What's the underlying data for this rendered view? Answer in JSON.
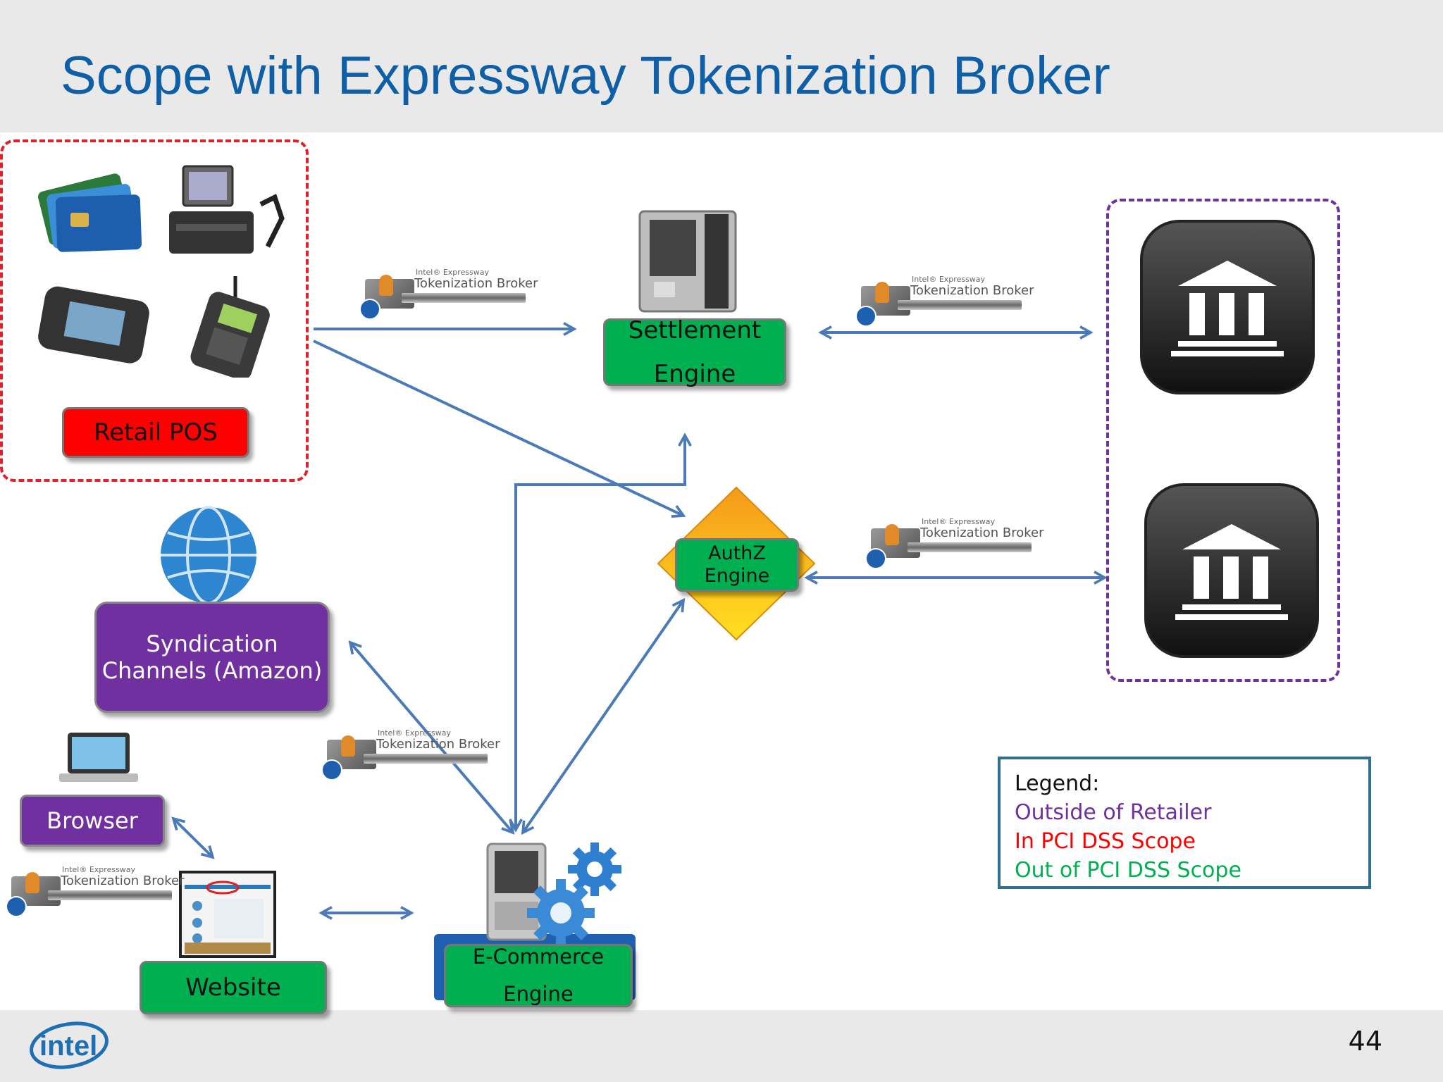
{
  "title": "Scope with Expressway Tokenization Broker",
  "page_number": "44",
  "logo_text": "intel",
  "nodes": {
    "retail_pos": "Retail POS",
    "settlement_engine": "Settlement Engine",
    "authz_engine": "AuthZ Engine",
    "syndication": "Syndication Channels (Amazon)",
    "browser": "Browser",
    "website": "Website",
    "ecommerce_engine": "E-Commerce Engine"
  },
  "broker_label": {
    "line1": "Intel® Expressway",
    "line2": "Tokenization Broker"
  },
  "legend": {
    "heading": "Legend:",
    "items": [
      {
        "text": "Outside of Retailer",
        "color": "#7030a0"
      },
      {
        "text": "In PCI DSS Scope",
        "color": "#ff0000"
      },
      {
        "text": "Out of PCI DSS Scope",
        "color": "#00b050"
      }
    ]
  },
  "colors": {
    "title": "#0f5fa6",
    "in_scope": "#ff0000",
    "out_scope": "#00b050",
    "outside": "#7030a0",
    "arrow": "#4a7ab8"
  },
  "icons": [
    "credit-cards-icon",
    "pos-terminal-icon",
    "card-reader-icon",
    "handheld-terminal-icon",
    "server-icon",
    "bank-icon",
    "globe-icon",
    "laptop-icon",
    "webpage-icon",
    "gear-icon",
    "lock-icon"
  ]
}
